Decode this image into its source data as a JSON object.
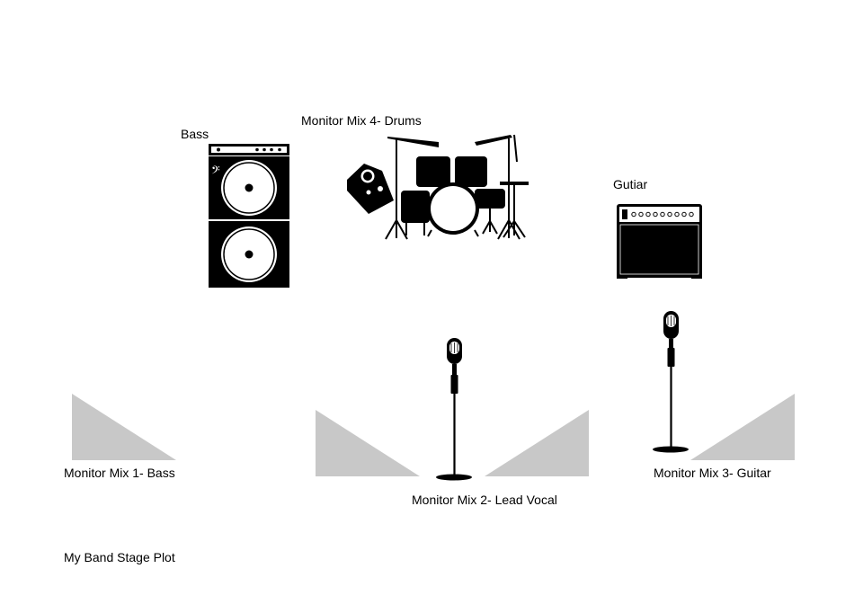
{
  "labels": {
    "bass": "Bass",
    "monitor_mix_4": "Monitor Mix 4- Drums",
    "guitar": "Gutiar",
    "monitor_mix_1": "Monitor Mix 1- Bass",
    "monitor_mix_2": "Monitor Mix 2- Lead Vocal",
    "monitor_mix_3": "Monitor Mix 3- Guitar",
    "plot_title": "My Band Stage Plot"
  },
  "colors": {
    "ink": "#000000",
    "wedge": "#c8c8c8",
    "background": "#ffffff"
  },
  "icons": [
    "bass-cabinet-icon",
    "drum-kit-icon",
    "guitar-amp-icon",
    "microphone-stand-icon",
    "monitor-wedge-icon"
  ]
}
